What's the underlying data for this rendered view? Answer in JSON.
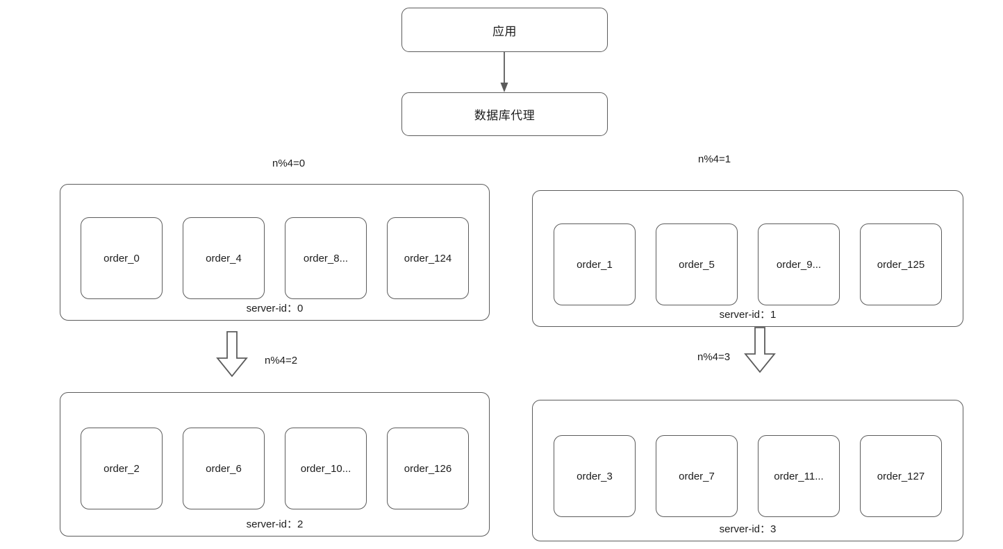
{
  "diagram": {
    "title_flow": {
      "app_label": "应用",
      "proxy_label": "数据库代理"
    },
    "shard_groups": [
      {
        "mod_label": "n%4=0",
        "server_id_label": "server-id：0",
        "cards": [
          "order_0",
          "order_4",
          "order_8...",
          "order_124"
        ]
      },
      {
        "mod_label": "n%4=1",
        "server_id_label": "server-id：1",
        "cards": [
          "order_1",
          "order_5",
          "order_9...",
          "order_125"
        ]
      },
      {
        "mod_label": "n%4=2",
        "server_id_label": "server-id：2",
        "cards": [
          "order_2",
          "order_6",
          "order_10...",
          "order_126"
        ]
      },
      {
        "mod_label": "n%4=3",
        "server_id_label": "server-id：3",
        "cards": [
          "order_3",
          "order_7",
          "order_11...",
          "order_127"
        ]
      }
    ],
    "icons": {
      "flow_arrow": "arrow-down-icon",
      "block_arrow_left": "block-arrow-down-icon",
      "block_arrow_right": "block-arrow-down-icon"
    },
    "colors": {
      "stroke": "#5b5b5b",
      "text": "#1c1c1c",
      "background": "#ffffff"
    }
  }
}
